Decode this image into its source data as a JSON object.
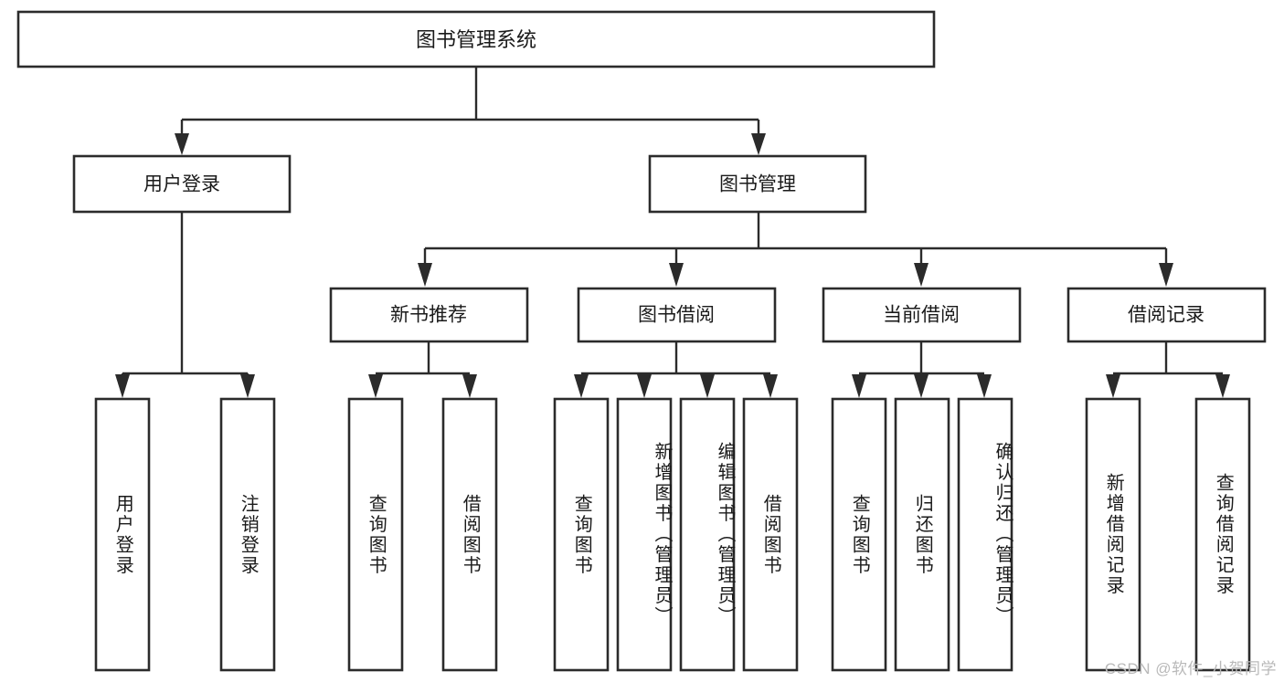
{
  "diagram": {
    "type": "tree-hierarchy",
    "orientation": "top-down",
    "root": {
      "label": "图书管理系统",
      "name": "root-node"
    },
    "level2": [
      {
        "label": "用户登录",
        "name": "node-user-login"
      },
      {
        "label": "图书管理",
        "name": "node-book-management"
      }
    ],
    "level3": [
      {
        "label": "新书推荐",
        "name": "node-new-book-recommend"
      },
      {
        "label": "图书借阅",
        "name": "node-book-borrow"
      },
      {
        "label": "当前借阅",
        "name": "node-current-borrow"
      },
      {
        "label": "借阅记录",
        "name": "node-borrow-record"
      }
    ],
    "leaves": {
      "user_login": [
        {
          "label": "用户登录",
          "name": "leaf-user-login"
        },
        {
          "label": "注销登录",
          "name": "leaf-logout"
        }
      ],
      "new_book_recommend": [
        {
          "label": "查询图书",
          "name": "leaf-query-book-1"
        },
        {
          "label": "借阅图书",
          "name": "leaf-borrow-book-1"
        }
      ],
      "book_borrow": [
        {
          "label": "查询图书",
          "name": "leaf-query-book-2"
        },
        {
          "label": "新增图书（管理员）",
          "name": "leaf-add-book-admin"
        },
        {
          "label": "编辑图书（管理员）",
          "name": "leaf-edit-book-admin"
        },
        {
          "label": "借阅图书",
          "name": "leaf-borrow-book-2"
        }
      ],
      "current_borrow": [
        {
          "label": "查询图书",
          "name": "leaf-query-book-3"
        },
        {
          "label": "归还图书",
          "name": "leaf-return-book"
        },
        {
          "label": "确认归还（管理员）",
          "name": "leaf-confirm-return-admin"
        }
      ],
      "borrow_record": [
        {
          "label": "新增借阅记录",
          "name": "leaf-add-borrow-record"
        },
        {
          "label": "查询借阅记录",
          "name": "leaf-query-borrow-record"
        }
      ]
    },
    "colors": {
      "stroke": "#2b2b2b",
      "fill": "#ffffff",
      "text": "#1a1a1a",
      "watermark": "#b9b9b9"
    }
  },
  "watermark": {
    "text": "CSDN @软件_小贺同学"
  }
}
